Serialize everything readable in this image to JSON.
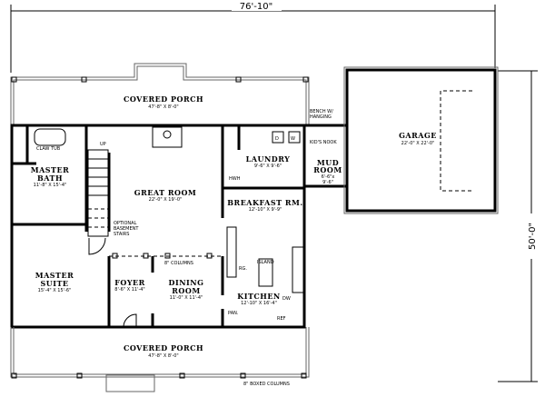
{
  "dimensions": {
    "overall_width": "76'-10\"",
    "overall_depth": "50'-0\""
  },
  "rooms": {
    "rear_porch": {
      "name": "COVERED PORCH",
      "size": "47'-8\" X 8'-0\""
    },
    "master_bath": {
      "name_1": "MASTER",
      "name_2": "BATH",
      "size": "11'-8\" X 15'-4\""
    },
    "great_room": {
      "name": "GREAT ROOM",
      "size": "22'-0\" X 19'-0\""
    },
    "laundry": {
      "name": "LAUNDRY",
      "size": "9'-6\" X 9'-6\""
    },
    "mud_room": {
      "name_1": "MUD",
      "name_2": "ROOM",
      "size_1": "6'-6\"x",
      "size_2": "9'-6\""
    },
    "garage": {
      "name": "GARAGE",
      "size": "22'-0\" X 22'-0\""
    },
    "breakfast": {
      "name": "BREAKFAST RM.",
      "size": "12'-10\" X 9'-9\""
    },
    "master_suite": {
      "name_1": "MASTER",
      "name_2": "SUITE",
      "size": "15'-4\" X 15'-6\""
    },
    "foyer": {
      "name": "FOYER",
      "size": "8'-6\" X 11'-4\""
    },
    "dining": {
      "name_1": "DINING",
      "name_2": "ROOM",
      "size": "11'-0\" X 11'-4\""
    },
    "kitchen": {
      "name": "KITCHEN",
      "size": "12'-10\" X 16'-4\""
    },
    "front_porch": {
      "name": "COVERED PORCH",
      "size": "47'-8\" X 8'-0\""
    }
  },
  "notes": {
    "claw_tub": "CLAW TUB",
    "up": "UP",
    "optional_1": "OPTIONAL",
    "optional_2": "BASEMENT",
    "optional_3": "STAIRS",
    "columns": "8\" COLUMNS",
    "bench_1": "BENCH W/",
    "bench_2": "HANGING",
    "kids_nook": "KID'S NOOK",
    "hwh": "HWH",
    "island": "ISLAND",
    "rg": "RG.",
    "dw": "DW",
    "pan": "PAN.",
    "ref": "REF",
    "boxed_columns": "8\" BOXED COLUMNS",
    "dryer": "D",
    "washer": "W"
  }
}
